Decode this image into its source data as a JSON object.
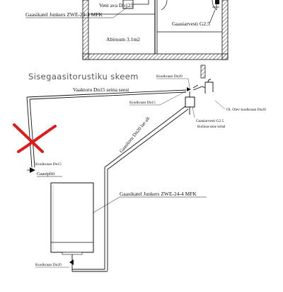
{
  "diagram": {
    "floor_plan": {
      "vent_label": "Vent ava Dn125",
      "boiler_label": "Gaasikatel Junkers ZWE-24-4 MFK",
      "meter_label": "Gaasiarvesti G2.5",
      "room_label": "Abiruum 3.1m2"
    },
    "title": "Sisegaasitorustiku skeem",
    "labels": {
      "vaktoru": "Vaaktoru Dn15 seina seest",
      "valve_dn20_top": "Kuulkraan Dn20",
      "valve_dn15_top": "Kuulkraan Dn15",
      "meter": "Gaasiarvesti G2.5",
      "meter_sub": "Boilinas ukse kohal",
      "outside_valve": "Ol. Olev kuulkraan Dn20",
      "riser": "Gaasitoru Dn20 lae alt",
      "valve_dn15_stove": "Kuulkraan Dn15",
      "stove": "Gaasipliit",
      "boiler": "Gaasikatel Junkers ZWE-24-4 MFK",
      "valve_dn20_boiler": "Kuulkraan Dn20"
    },
    "colors": {
      "line": "#111111",
      "hatch": "#333333",
      "cross": "#e0191b",
      "title": "#555555"
    }
  }
}
